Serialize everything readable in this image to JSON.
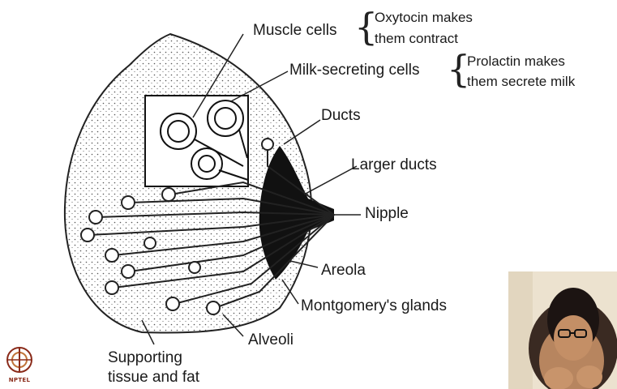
{
  "labels": {
    "muscle_cells": "Muscle cells",
    "oxytocin_line1": "Oxytocin makes",
    "oxytocin_line2": "them contract",
    "milk_secreting_cells": "Milk-secreting cells",
    "prolactin_line1": "Prolactin makes",
    "prolactin_line2": "them secrete milk",
    "ducts": "Ducts",
    "larger_ducts": "Larger ducts",
    "nipple": "Nipple",
    "areola": "Areola",
    "montgomerys_glands": "Montgomery's glands",
    "alveoli": "Alveoli",
    "supporting_line1": "Supporting",
    "supporting_line2": "tissue and fat"
  },
  "logo": {
    "text": "NPTEL"
  },
  "colors": {
    "ink": "#1a1a1a",
    "background": "#ffffff",
    "logo": "#8a2b1a"
  }
}
